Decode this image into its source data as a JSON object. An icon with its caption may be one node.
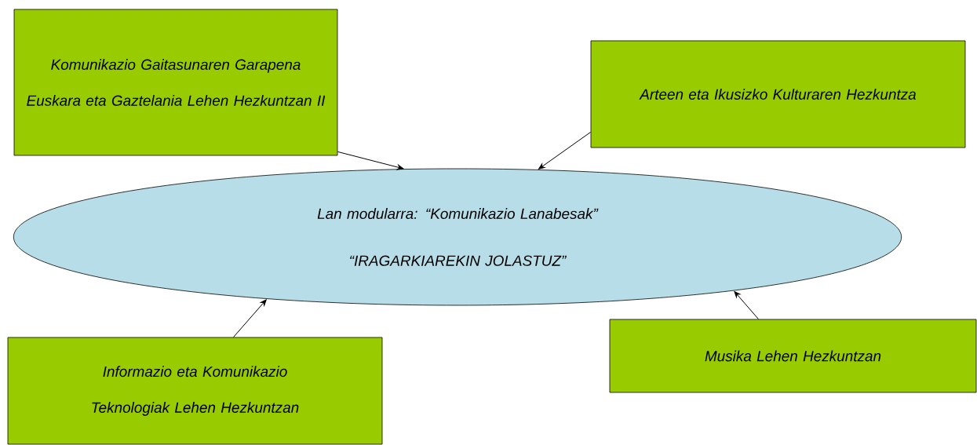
{
  "diagram": {
    "nodes": [
      {
        "text": [
          "Komunikazio Gaitasunaren Garapena Euskara eta Gaztelania Lehen Hezkuntzan II"
        ]
      },
      {
        "text": [
          "Arteen eta Ikusizko Kulturaren Hezkuntza"
        ]
      },
      {
        "text": [
          "Lan modularra: “Komunikazio Lanabesak”",
          "“IRAGARKIAREKIN JOLASTUZ”"
        ]
      },
      {
        "text": [
          "Informazio eta Komunikazio Teknologiak Lehen Hezkuntzan"
        ]
      },
      {
        "text": [
          "Musika Lehen Hezkuntzan"
        ]
      }
    ],
    "edges": [
      {
        "from": 0,
        "to": 2,
        "arrow": "to"
      },
      {
        "from": 1,
        "to": 2,
        "arrow": "to"
      },
      {
        "from": 3,
        "to": 2,
        "arrow": "to"
      },
      {
        "from": 4,
        "to": 2,
        "arrow": "to"
      }
    ]
  }
}
